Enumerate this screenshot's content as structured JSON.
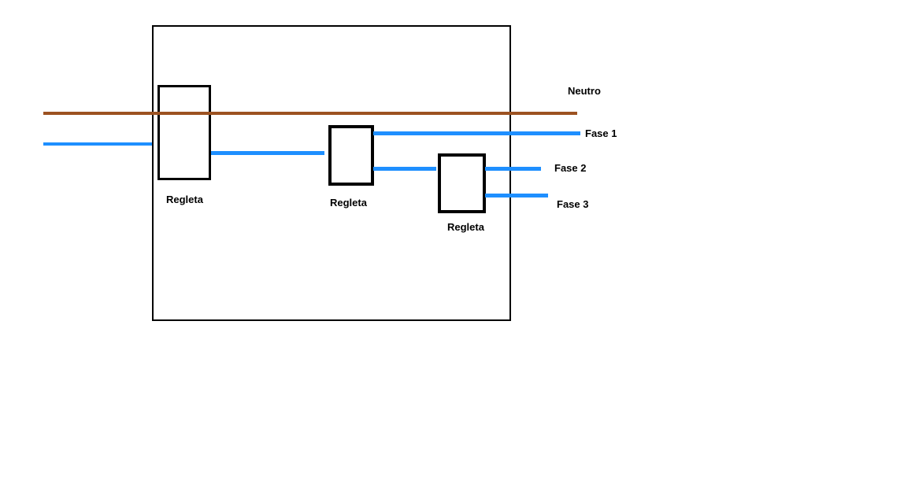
{
  "diagram": {
    "type": "electrical-wiring-diagram",
    "colors": {
      "neutral_wire": "#9C5221",
      "phase_wire": "#1E8FFF",
      "outline": "#000000",
      "background": "#FFFFFF"
    },
    "terminals": [
      {
        "id": "regleta-1",
        "label": "Regleta"
      },
      {
        "id": "regleta-2",
        "label": "Regleta"
      },
      {
        "id": "regleta-3",
        "label": "Regleta"
      }
    ],
    "wire_labels": {
      "neutral": "Neutro",
      "phase1": "Fase 1",
      "phase2": "Fase 2",
      "phase3": "Fase 3"
    }
  }
}
